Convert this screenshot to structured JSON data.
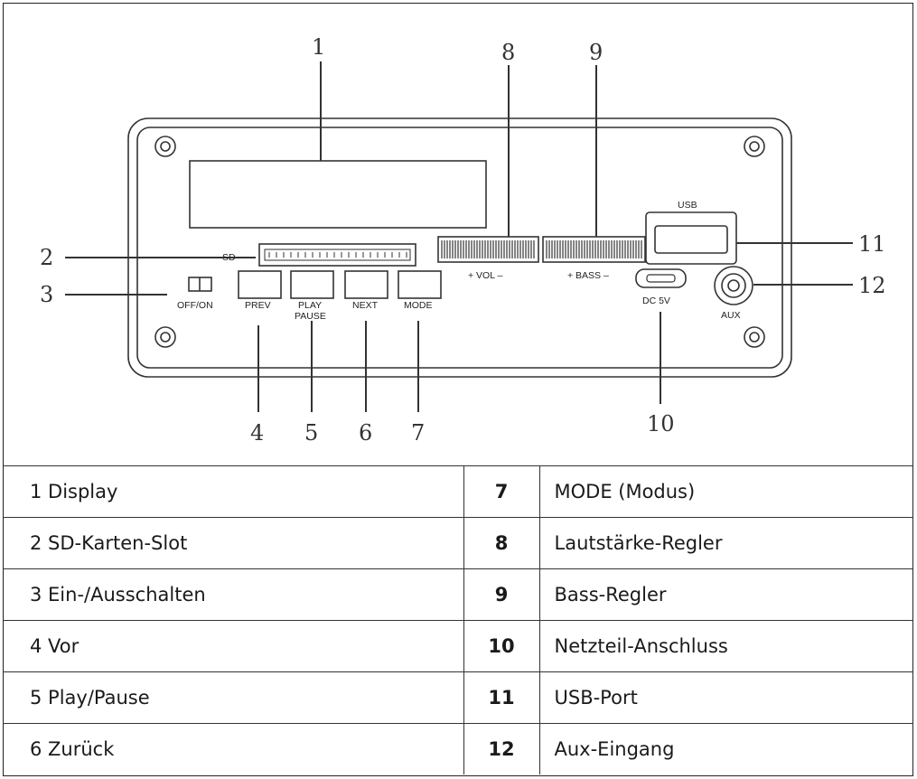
{
  "callouts": {
    "n1": "1",
    "n2": "2",
    "n3": "3",
    "n4": "4",
    "n5": "5",
    "n6": "6",
    "n7": "7",
    "n8": "8",
    "n9": "9",
    "n10": "10",
    "n11": "11",
    "n12": "12"
  },
  "panel_labels": {
    "sd": "SD",
    "off_on": "OFF/ON",
    "prev": "PREV",
    "play": "PLAY",
    "pause": "PAUSE",
    "next": "NEXT",
    "mode": "MODE",
    "vol": "+ VOL –",
    "bass": "+ BASS –",
    "usb": "USB",
    "dc": "DC 5V",
    "aux": "AUX"
  },
  "legend": [
    {
      "left": "1 Display",
      "num": "7",
      "right": "MODE (Modus)"
    },
    {
      "left": "2 SD-Karten-Slot",
      "num": "8",
      "right": "Lautstärke-Regler"
    },
    {
      "left": "3 Ein-/Ausschalten",
      "num": "9",
      "right": "Bass-Regler"
    },
    {
      "left": "4 Vor",
      "num": "10",
      "right": "Netzteil-Anschluss"
    },
    {
      "left": "5 Play/Pause",
      "num": "11",
      "right": "USB-Port"
    },
    {
      "left": "6 Zurück",
      "num": "12",
      "right": "Aux-Eingang"
    }
  ],
  "colors": {
    "line": "#333333",
    "text": "#1a1a1a"
  }
}
